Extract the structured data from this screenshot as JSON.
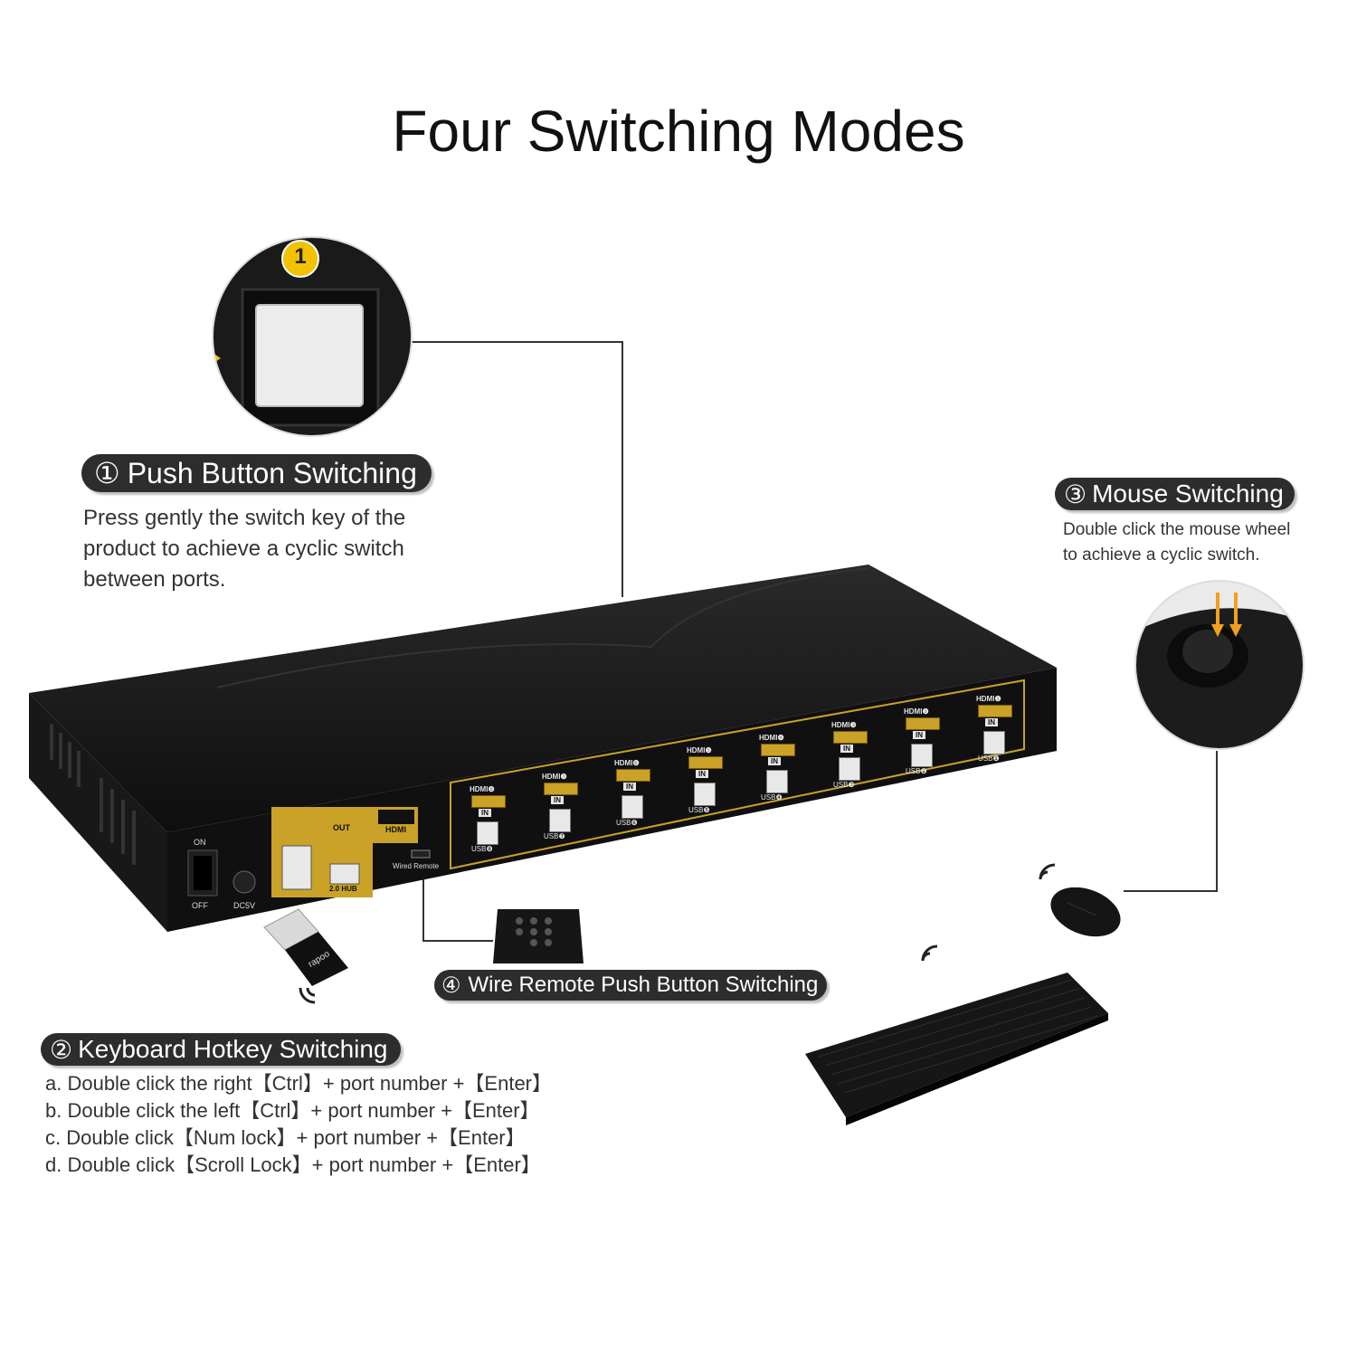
{
  "title": "Four Switching Modes",
  "modes": {
    "push": {
      "number": "①",
      "label": "Push Button Switching",
      "desc": [
        "Press gently the switch key of the",
        "product to achieve a cyclic switch",
        "between ports."
      ],
      "badge": "1"
    },
    "keyboard": {
      "number": "②",
      "label": "Keyboard Hotkey Switching",
      "lines": [
        "a. Double click the right【Ctrl】+ port number +【Enter】",
        "b. Double click the left【Ctrl】+ port number +【Enter】",
        "c. Double click【Num lock】+ port number +【Enter】",
        "d. Double click【Scroll Lock】+ port number +【Enter】"
      ]
    },
    "mouse": {
      "number": "③",
      "label": "Mouse Switching",
      "desc": [
        "Double click the mouse wheel",
        "to achieve a cyclic switch."
      ]
    },
    "remote": {
      "number": "④",
      "label": "Wire Remote Push Button Switching"
    }
  },
  "device": {
    "on": "ON",
    "off": "OFF",
    "dc": "DC5V",
    "out": "OUT",
    "hdmi": "HDMI",
    "hub": "2.0 HUB",
    "wired_remote": "Wired Remote",
    "port_in": "IN",
    "ports": [
      {
        "hdmi": "HDMI❽",
        "usb": "USB❽"
      },
      {
        "hdmi": "HDMI❼",
        "usb": "USB❼"
      },
      {
        "hdmi": "HDMI❻",
        "usb": "USB❻"
      },
      {
        "hdmi": "HDMI❺",
        "usb": "USB❺"
      },
      {
        "hdmi": "HDMI❹",
        "usb": "USB❹"
      },
      {
        "hdmi": "HDMI❸",
        "usb": "USB❸"
      },
      {
        "hdmi": "HDMI❷",
        "usb": "USB❷"
      },
      {
        "hdmi": "HDMI❶",
        "usb": "USB❶"
      }
    ]
  },
  "dongle_brand": "rapoo",
  "colors": {
    "pill": "#2d2d2d",
    "gold": "#c9a227",
    "device": "#141414"
  }
}
